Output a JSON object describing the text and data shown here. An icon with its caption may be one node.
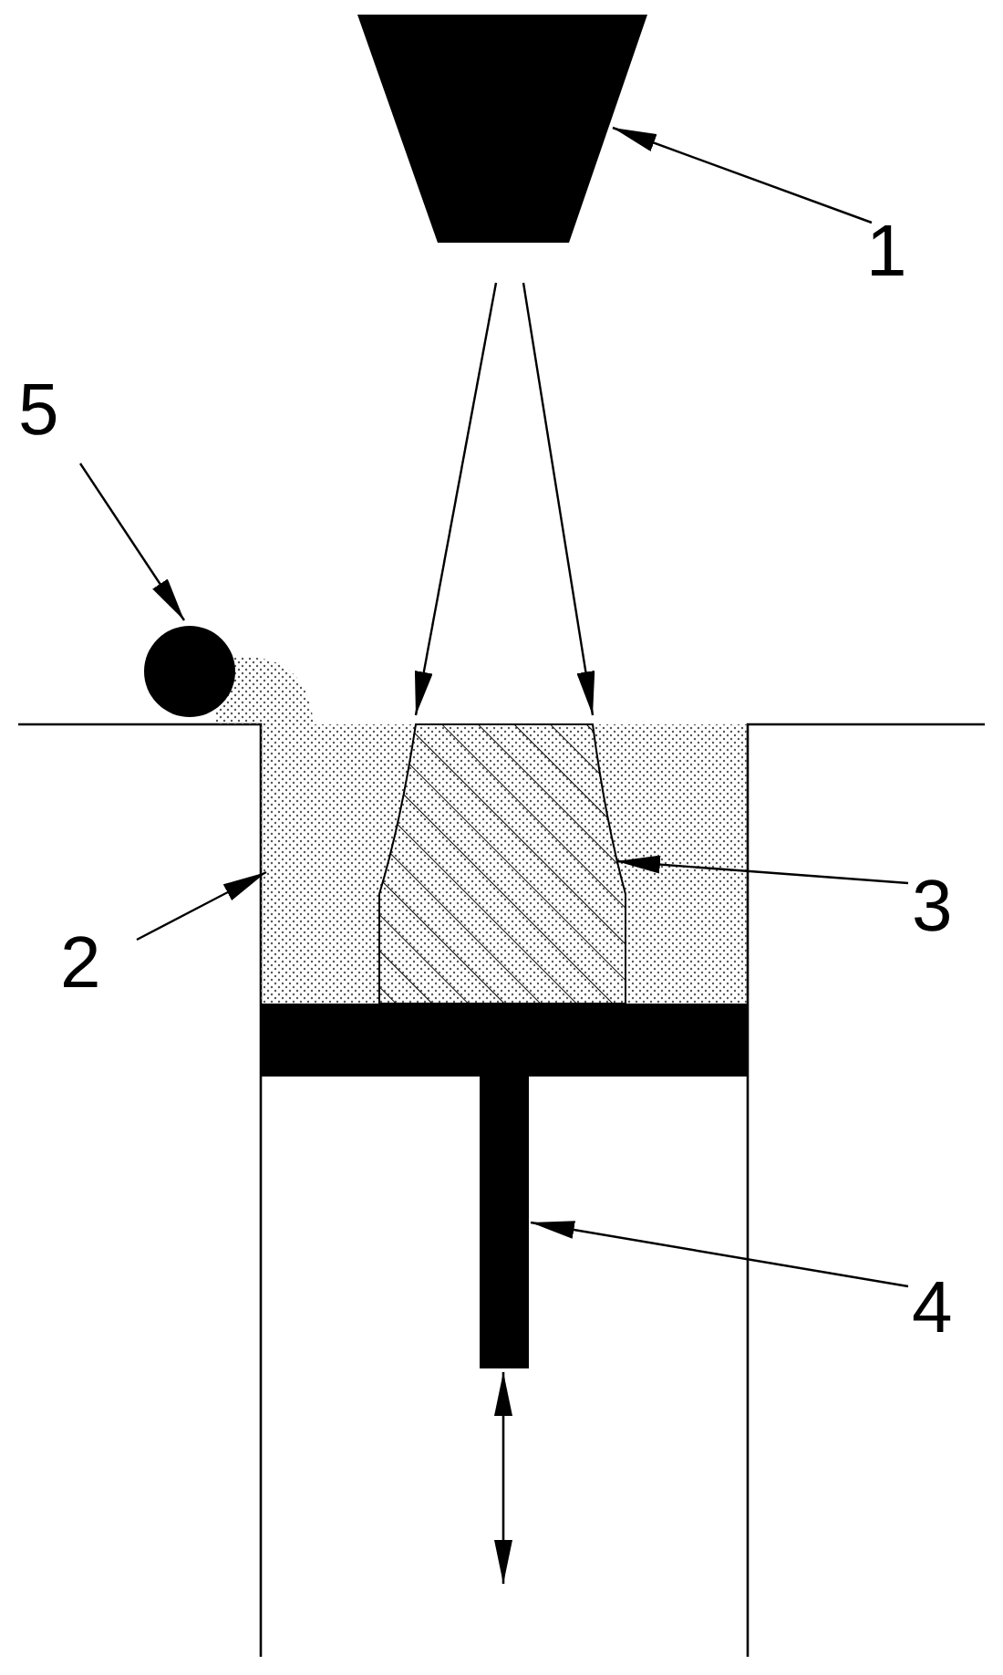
{
  "diagram": {
    "nodes": [
      {
        "text": [
          "1"
        ]
      },
      {
        "text": [],
        "shape": "trapezoid"
      },
      {
        "text": [
          "2"
        ]
      },
      {
        "text": [],
        "shape": "box"
      },
      {
        "text": [
          "3"
        ]
      },
      {
        "text": [],
        "shape": "box",
        "in": 3
      },
      {
        "text": [
          "4"
        ]
      },
      {
        "text": [],
        "shape": "bar"
      },
      {
        "text": [
          "5"
        ]
      },
      {
        "text": [],
        "shape": "circle"
      }
    ],
    "edges": [
      {
        "from": 0,
        "to": 1,
        "arrow": "to"
      },
      {
        "from": 1,
        "to": 5,
        "arrow": "to"
      },
      {
        "from": 1,
        "to": 5,
        "arrow": "to"
      },
      {
        "from": 2,
        "to": 3,
        "arrow": "to"
      },
      {
        "from": 4,
        "to": 5,
        "arrow": "to"
      },
      {
        "from": 6,
        "to": 7,
        "arrow": "to"
      },
      {
        "from": 8,
        "to": 9,
        "arrow": "to"
      }
    ]
  }
}
